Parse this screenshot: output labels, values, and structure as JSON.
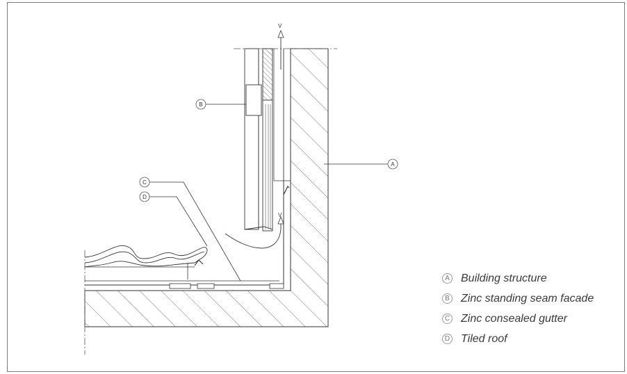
{
  "callouts": {
    "a": "A",
    "b": "B",
    "c": "C",
    "d": "D"
  },
  "vent_labels": {
    "top": "V",
    "bottom": "V"
  },
  "legend": [
    {
      "letter": "A",
      "text": "Building structure"
    },
    {
      "letter": "B",
      "text": "Zinc standing seam facade"
    },
    {
      "letter": "C",
      "text": "Zinc consealed gutter"
    },
    {
      "letter": "D",
      "text": "Tiled roof"
    }
  ]
}
